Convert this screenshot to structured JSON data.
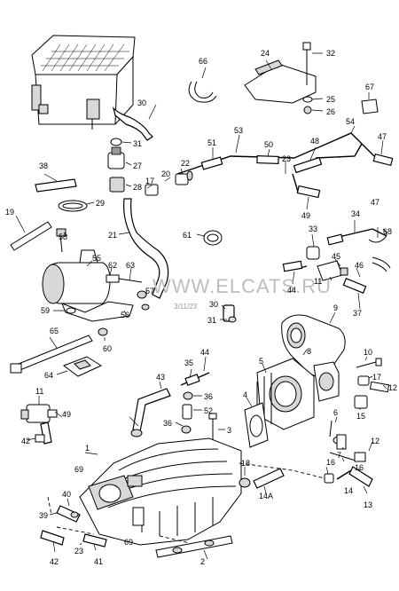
{
  "watermark": "WWW.ELCATS.RU",
  "date_stamp": "3/11/23",
  "part_labels": [
    {
      "id": "p30a",
      "text": "30"
    },
    {
      "id": "p31a",
      "text": "31"
    },
    {
      "id": "p27",
      "text": "27"
    },
    {
      "id": "p28",
      "text": "28"
    },
    {
      "id": "p38",
      "text": "38"
    },
    {
      "id": "p29",
      "text": "29"
    },
    {
      "id": "p19",
      "text": "19"
    },
    {
      "id": "p66",
      "text": "66"
    },
    {
      "id": "p24",
      "text": "24"
    },
    {
      "id": "p32",
      "text": "32"
    },
    {
      "id": "p25",
      "text": "25"
    },
    {
      "id": "p26",
      "text": "26"
    },
    {
      "id": "p67",
      "text": "67"
    },
    {
      "id": "p54",
      "text": "54"
    },
    {
      "id": "p53",
      "text": "53"
    },
    {
      "id": "p51",
      "text": "51"
    },
    {
      "id": "p50",
      "text": "50"
    },
    {
      "id": "p48",
      "text": "48"
    },
    {
      "id": "p47a",
      "text": "47"
    },
    {
      "id": "p22",
      "text": "22"
    },
    {
      "id": "p20",
      "text": "20"
    },
    {
      "id": "p23",
      "text": "23"
    },
    {
      "id": "p17a",
      "text": "17"
    },
    {
      "id": "p49a",
      "text": "49"
    },
    {
      "id": "p21",
      "text": "21"
    },
    {
      "id": "p61",
      "text": "61"
    },
    {
      "id": "p34",
      "text": "34"
    },
    {
      "id": "p47b",
      "text": "47"
    },
    {
      "id": "p33",
      "text": "33"
    },
    {
      "id": "p68",
      "text": "68"
    },
    {
      "id": "p45",
      "text": "45"
    },
    {
      "id": "p46",
      "text": "46"
    },
    {
      "id": "p11a",
      "text": "11"
    },
    {
      "id": "p37",
      "text": "37"
    },
    {
      "id": "p44a",
      "text": "44"
    },
    {
      "id": "p58",
      "text": "58"
    },
    {
      "id": "p55",
      "text": "55"
    },
    {
      "id": "p62",
      "text": "62"
    },
    {
      "id": "p63",
      "text": "63"
    },
    {
      "id": "p57",
      "text": "57"
    },
    {
      "id": "p56",
      "text": "56"
    },
    {
      "id": "p59",
      "text": "59"
    },
    {
      "id": "p30b",
      "text": "30"
    },
    {
      "id": "p31b",
      "text": "31"
    },
    {
      "id": "p9",
      "text": "9"
    },
    {
      "id": "p8",
      "text": "8"
    },
    {
      "id": "p65",
      "text": "65"
    },
    {
      "id": "p60",
      "text": "60"
    },
    {
      "id": "p64",
      "text": "64"
    },
    {
      "id": "p35",
      "text": "35"
    },
    {
      "id": "p44b",
      "text": "44"
    },
    {
      "id": "p5",
      "text": "5"
    },
    {
      "id": "p10",
      "text": "10"
    },
    {
      "id": "p17b",
      "text": "17"
    },
    {
      "id": "p12a",
      "text": "12"
    },
    {
      "id": "p43",
      "text": "43"
    },
    {
      "id": "p36a",
      "text": "36"
    },
    {
      "id": "p52",
      "text": "52"
    },
    {
      "id": "p4",
      "text": "4"
    },
    {
      "id": "p15",
      "text": "15"
    },
    {
      "id": "p11b",
      "text": "11"
    },
    {
      "id": "p49b",
      "text": "49"
    },
    {
      "id": "p36b",
      "text": "36"
    },
    {
      "id": "p3",
      "text": "3"
    },
    {
      "id": "p6",
      "text": "6"
    },
    {
      "id": "p42a",
      "text": "42"
    },
    {
      "id": "p1",
      "text": "1"
    },
    {
      "id": "p7",
      "text": "7"
    },
    {
      "id": "p12b",
      "text": "12"
    },
    {
      "id": "p69a",
      "text": "69"
    },
    {
      "id": "p18",
      "text": "18"
    },
    {
      "id": "p16",
      "text": "16"
    },
    {
      "id": "p16b",
      "text": "16"
    },
    {
      "id": "p14",
      "text": "14"
    },
    {
      "id": "p14a",
      "text": "14A"
    },
    {
      "id": "p40",
      "text": "40"
    },
    {
      "id": "p39",
      "text": "39"
    },
    {
      "id": "p13",
      "text": "13"
    },
    {
      "id": "p69b",
      "text": "69"
    },
    {
      "id": "p42b",
      "text": "42"
    },
    {
      "id": "p23b",
      "text": "23"
    },
    {
      "id": "p41",
      "text": "41"
    },
    {
      "id": "p2",
      "text": "2"
    }
  ]
}
